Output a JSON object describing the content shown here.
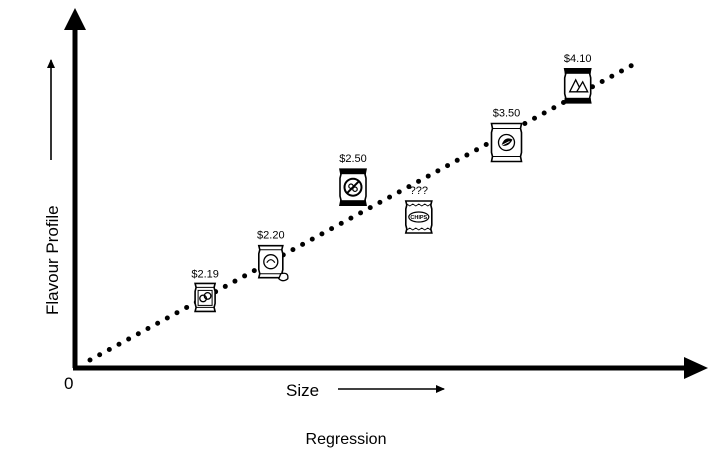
{
  "caption": "Regression",
  "colors": {
    "ink": "#000000",
    "background": "#ffffff"
  },
  "axes": {
    "origin_label": "0",
    "x_label": "Size",
    "y_label": "Flavour Profile"
  },
  "regression_line": {
    "style": "dotted",
    "from": [
      0,
      0
    ],
    "to": [
      1,
      1
    ]
  },
  "chart_data": {
    "type": "scatter",
    "title": "",
    "xlabel": "Size",
    "ylabel": "Flavour Profile",
    "points": [
      {
        "x": 0.21,
        "y": 0.21,
        "label": "$2.19",
        "icon": "chip-bag-pretzel-icon"
      },
      {
        "x": 0.33,
        "y": 0.33,
        "label": "$2.20",
        "icon": "chip-bag-pouch-icon"
      },
      {
        "x": 0.48,
        "y": 0.58,
        "label": "$2.50",
        "icon": "chip-bag-no-icon"
      },
      {
        "x": 0.6,
        "y": 0.48,
        "label": "???",
        "icon": "chip-bag-chips-icon"
      },
      {
        "x": 0.76,
        "y": 0.73,
        "label": "$3.50",
        "icon": "chip-bag-leaf-icon"
      },
      {
        "x": 0.89,
        "y": 0.92,
        "label": "$4.10",
        "icon": "chip-bag-nacho-icon"
      }
    ]
  },
  "bag_text": "CHIPS"
}
